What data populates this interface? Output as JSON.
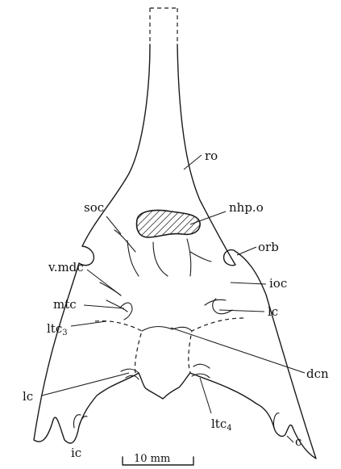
{
  "labels": {
    "ro": "ro",
    "soc": "soc",
    "nhp_o": "nhp.o",
    "orb": "orb",
    "v_mdc": "v.mdc",
    "ioc": "ioc",
    "mtc": "mtc",
    "lc_right": "lc",
    "ltc3_base": "ltc",
    "ltc3_sub": "3",
    "dcn": "dcn",
    "lc_left": "lc",
    "ic": "ic",
    "ltc4_base": "ltc",
    "ltc4_sub": "4",
    "c": "c"
  },
  "scale_bar": {
    "label": "10 mm"
  },
  "colors": {
    "ink": "#1a1a1a",
    "background": "#ffffff"
  }
}
